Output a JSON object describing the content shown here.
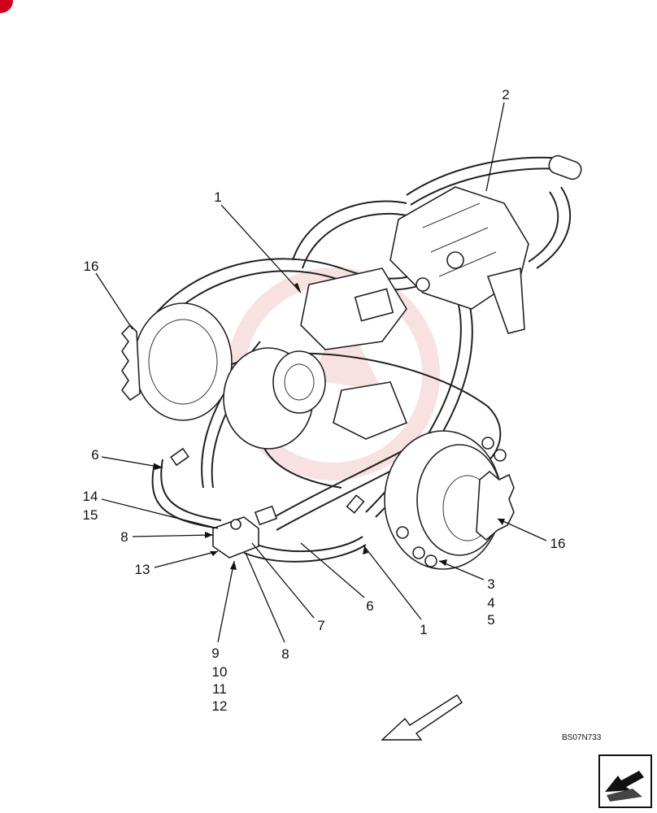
{
  "diagram": {
    "reference_code": "BS07N733",
    "callouts": [
      {
        "id": "c1a",
        "label": "1"
      },
      {
        "id": "c2",
        "label": "2"
      },
      {
        "id": "c16a",
        "label": "16"
      },
      {
        "id": "c6a",
        "label": "6"
      },
      {
        "id": "c14",
        "label": "14"
      },
      {
        "id": "c15",
        "label": "15"
      },
      {
        "id": "c8a",
        "label": "8"
      },
      {
        "id": "c13",
        "label": "13"
      },
      {
        "id": "c9",
        "label": "9"
      },
      {
        "id": "c10",
        "label": "10"
      },
      {
        "id": "c11",
        "label": "11"
      },
      {
        "id": "c12",
        "label": "12"
      },
      {
        "id": "c8b",
        "label": "8"
      },
      {
        "id": "c7",
        "label": "7"
      },
      {
        "id": "c6b",
        "label": "6"
      },
      {
        "id": "c1b",
        "label": "1"
      },
      {
        "id": "c3",
        "label": "3"
      },
      {
        "id": "c4",
        "label": "4"
      },
      {
        "id": "c5",
        "label": "5"
      },
      {
        "id": "c16b",
        "label": "16"
      }
    ]
  },
  "colors": {
    "line": "#111111",
    "accent": "#d0021b",
    "watermark": "#f4c9c9"
  },
  "icons": {
    "direction": "arrow-icon",
    "navigation": "navigation-arrow-icon"
  }
}
